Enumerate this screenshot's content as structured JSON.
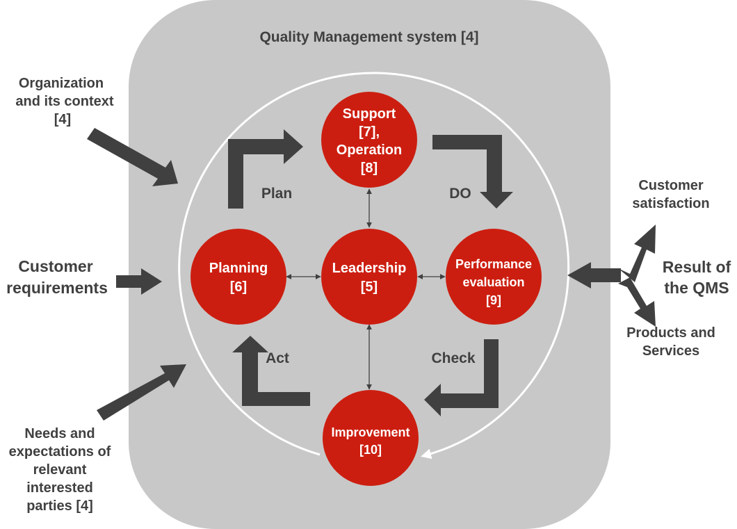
{
  "qms_title": "Quality Management system [4]",
  "inputs": {
    "org_context": [
      "Organization",
      "and its context",
      "[4]"
    ],
    "customer_requirements": [
      "Customer",
      "requirements"
    ],
    "needs_expectations": [
      "Needs and",
      "expectations of",
      "relevant",
      "interested",
      "parties [4]"
    ]
  },
  "outputs": {
    "result": [
      "Result of",
      "the QMS"
    ],
    "customer_satisfaction": [
      "Customer",
      "satisfaction"
    ],
    "products_services": [
      "Products and",
      "Services"
    ]
  },
  "cycle": {
    "plan": "Plan",
    "do": "DO",
    "check": "Check",
    "act": "Act"
  },
  "nodes": {
    "support": [
      "Support",
      "[7],",
      "Operation",
      "[8]"
    ],
    "planning": [
      "Planning",
      "[6]"
    ],
    "leadership": [
      "Leadership",
      "[5]"
    ],
    "performance": [
      "Performance",
      "evaluation",
      "[9]"
    ],
    "improvement": [
      "Improvement",
      "[10]"
    ]
  },
  "colors": {
    "panel": "#c8c8c8",
    "node": "#cc1e10",
    "arrow": "#404040",
    "ring": "#ffffff",
    "text": "#404040"
  }
}
